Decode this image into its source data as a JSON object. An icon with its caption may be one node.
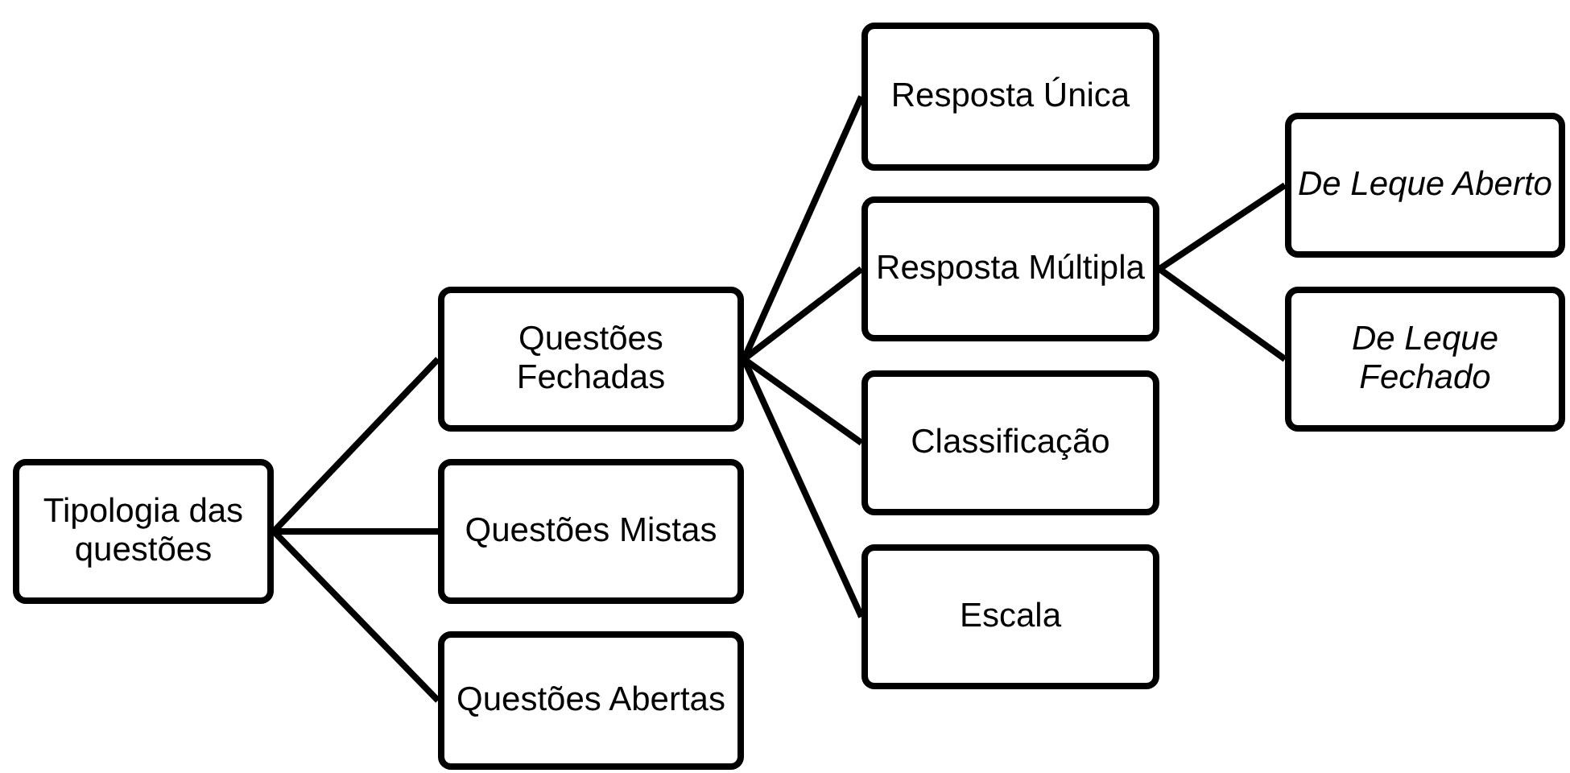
{
  "diagram": {
    "nodes": [
      {
        "text": [
          "Tipologia das questões"
        ]
      },
      {
        "text": [
          "Questões Fechadas"
        ]
      },
      {
        "text": [
          "Questões Mistas"
        ]
      },
      {
        "text": [
          "Questões Abertas"
        ]
      },
      {
        "text": [
          "Resposta Única"
        ]
      },
      {
        "text": [
          "Resposta Múltipla"
        ]
      },
      {
        "text": [
          "Classificação"
        ]
      },
      {
        "text": [
          "Escala"
        ]
      },
      {
        "text": [
          "De Leque Aberto"
        ]
      },
      {
        "text": [
          "De Leque Fechado"
        ]
      }
    ],
    "edges": [
      {
        "from": 0,
        "to": 1,
        "arrow": "none"
      },
      {
        "from": 0,
        "to": 2,
        "arrow": "none"
      },
      {
        "from": 0,
        "to": 3,
        "arrow": "none"
      },
      {
        "from": 1,
        "to": 4,
        "arrow": "none"
      },
      {
        "from": 1,
        "to": 5,
        "arrow": "none"
      },
      {
        "from": 1,
        "to": 6,
        "arrow": "none"
      },
      {
        "from": 1,
        "to": 7,
        "arrow": "none"
      },
      {
        "from": 5,
        "to": 8,
        "arrow": "none"
      },
      {
        "from": 5,
        "to": 9,
        "arrow": "none"
      }
    ]
  }
}
